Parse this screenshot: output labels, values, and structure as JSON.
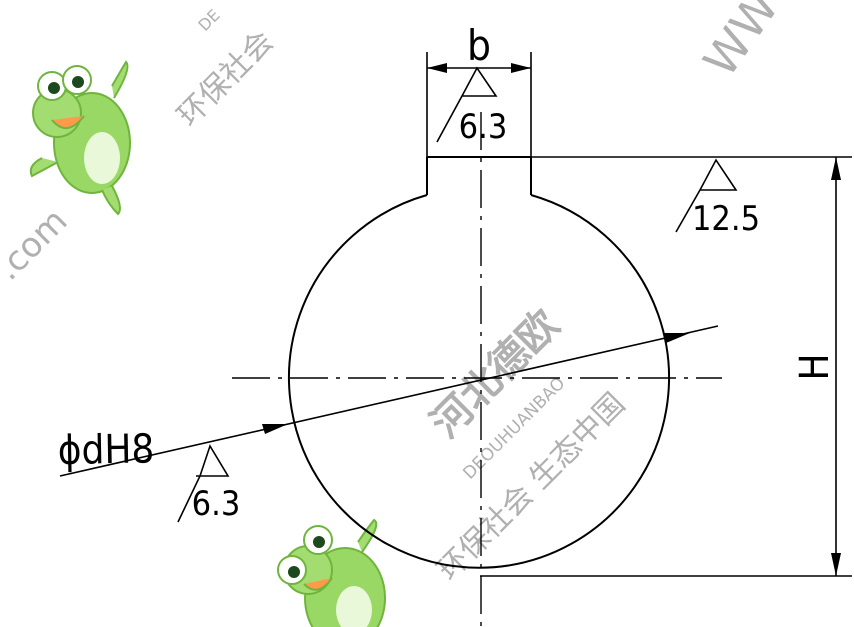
{
  "drawing": {
    "labels": {
      "width": "b",
      "height": "H",
      "bore": "ϕdH8"
    },
    "roughness": {
      "keyway_sides": "6.3",
      "keyway_top": "12.5",
      "bore": "6.3"
    },
    "colors": {
      "line": "#000000",
      "watermark": "#b0b0b0",
      "frog_green": "#8ed45a"
    }
  },
  "watermarks": {
    "brand_cn": "河北德欧",
    "brand_en": "DEOUHUANBAO",
    "tagline_cn": "环保社会 生态中国",
    "society_cn": "环保社会",
    "www": "WWW.",
    "com": ".com",
    "de_fragment": "DE"
  }
}
